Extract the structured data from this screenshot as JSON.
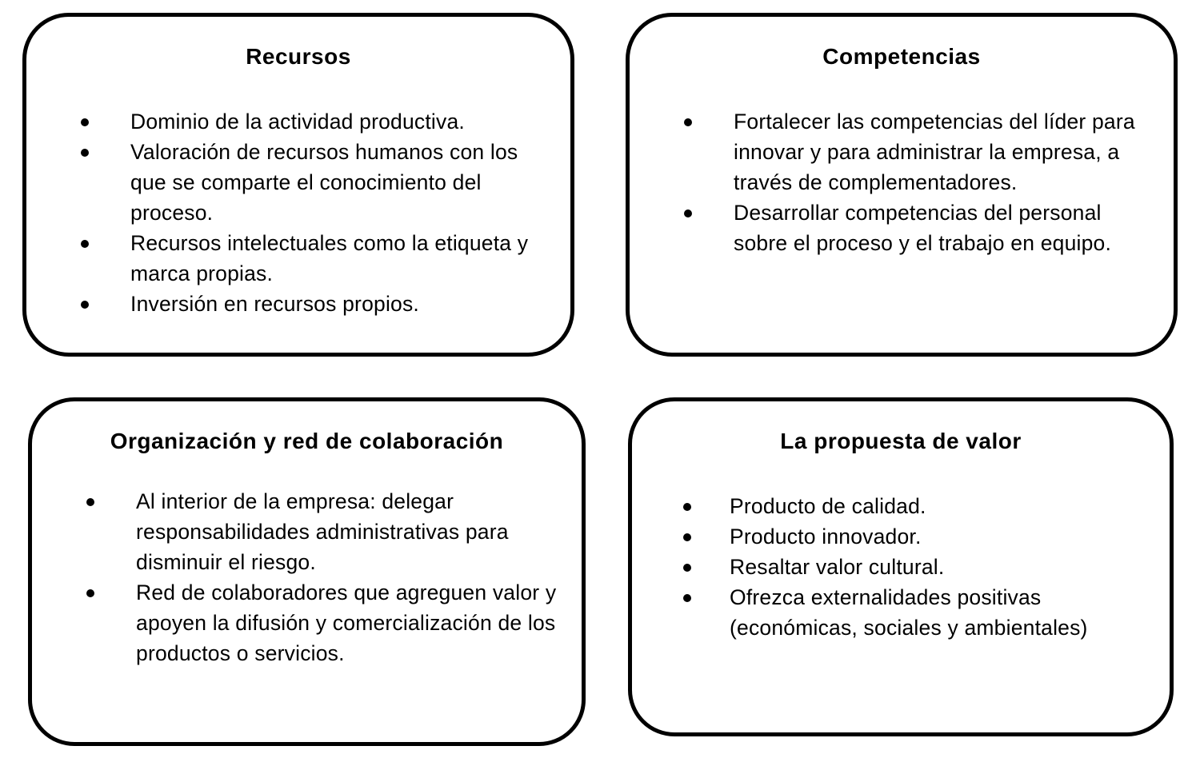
{
  "colors": {
    "border": "#000000",
    "background": "#ffffff",
    "text": "#000000"
  },
  "boxes": [
    {
      "id": "recursos",
      "title": "Recursos",
      "bullets": [
        "Dominio de la actividad productiva.",
        "Valoración de recursos humanos con los que se comparte el conocimiento del proceso.",
        "Recursos intelectuales como la etiqueta y marca propias.",
        "Inversión en recursos propios."
      ]
    },
    {
      "id": "competencias",
      "title": "Competencias",
      "bullets": [
        "Fortalecer las competencias del líder para innovar y para administrar la empresa, a través de complementadores.",
        "Desarrollar competencias del personal sobre el proceso y el trabajo en equipo."
      ]
    },
    {
      "id": "organizacion",
      "title": "Organización y red de colaboración",
      "bullets": [
        "Al interior de la empresa: delegar responsabilidades administrativas para disminuir el riesgo.",
        "Red de colaboradores que agreguen valor y apoyen la difusión y comercialización de los productos o servicios."
      ]
    },
    {
      "id": "propuesta",
      "title": "La propuesta de valor",
      "bullets": [
        "Producto de calidad.",
        "Producto innovador.",
        "Resaltar valor cultural.",
        "Ofrezca externalidades positivas (económicas, sociales y ambientales)"
      ]
    }
  ]
}
